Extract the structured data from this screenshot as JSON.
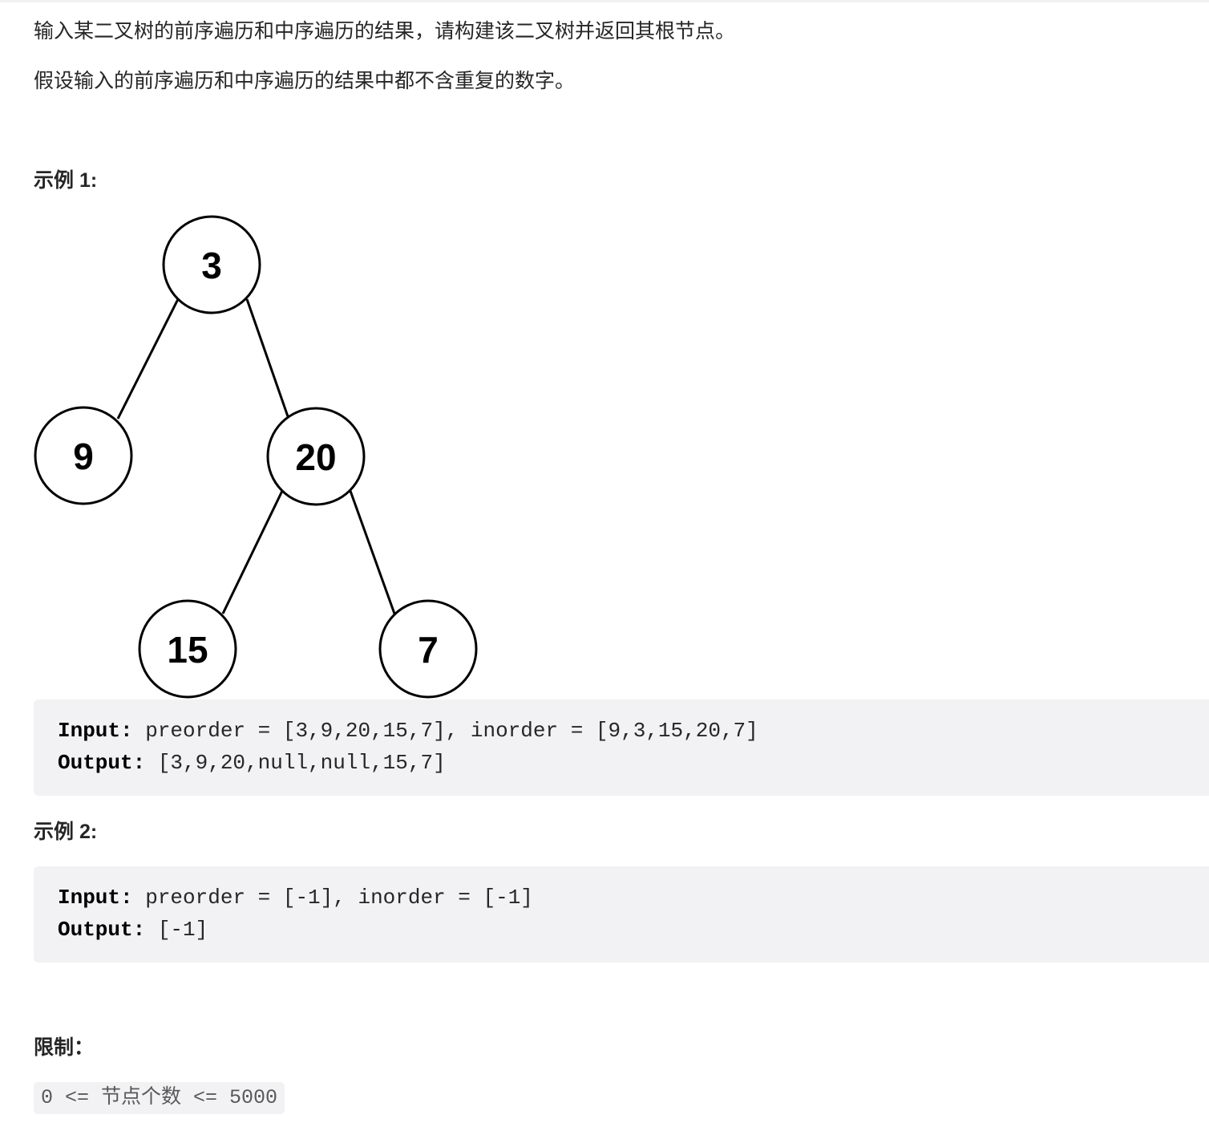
{
  "problem": {
    "intro": "输入某二叉树的前序遍历和中序遍历的结果，请构建该二叉树并返回其根节点。",
    "assumption": "假设输入的前序遍历和中序遍历的结果中都不含重复的数字。"
  },
  "example1": {
    "heading": "示例 1:",
    "tree_nodes": [
      "3",
      "9",
      "20",
      "15",
      "7"
    ],
    "input_label": "Input:",
    "input_value": " preorder = [3,9,20,15,7], inorder = [9,3,15,20,7]",
    "output_label": "Output:",
    "output_value": " [3,9,20,null,null,15,7]"
  },
  "example2": {
    "heading": "示例 2:",
    "input_label": "Input:",
    "input_value": " preorder = [-1], inorder = [-1]",
    "output_label": "Output:",
    "output_value": " [-1]"
  },
  "constraints": {
    "heading": "限制：",
    "text": "0 <= 节点个数 <= 5000"
  }
}
